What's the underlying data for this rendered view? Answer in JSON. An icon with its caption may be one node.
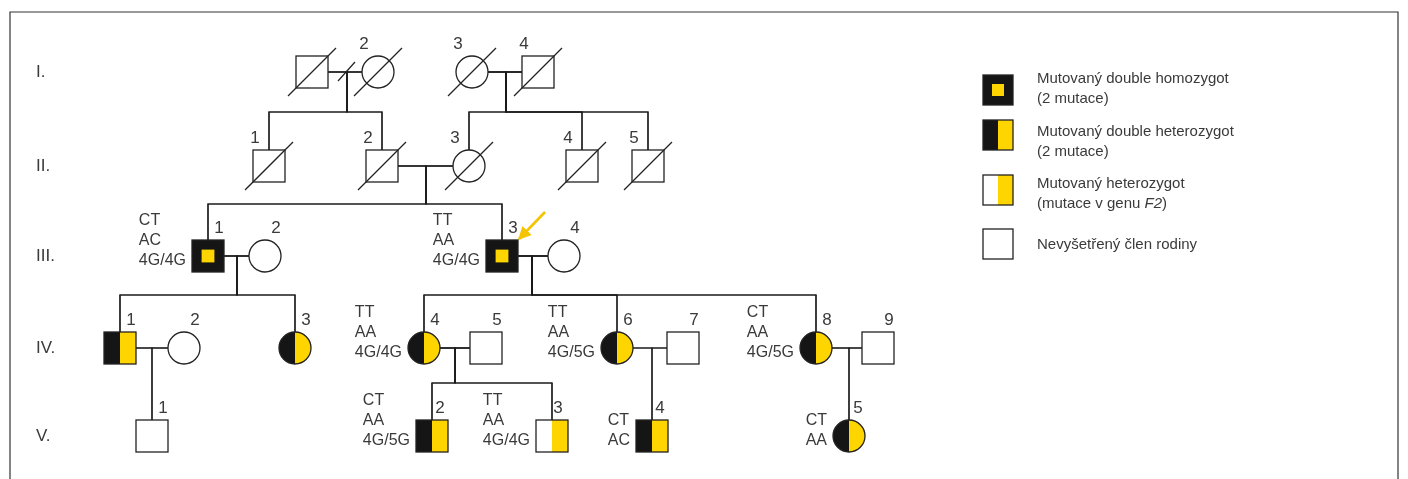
{
  "diagram": {
    "nodes": [
      {
        "text": [],
        "shape": "box"
      },
      {
        "text": [
          "2"
        ]
      },
      {
        "text": [
          "3"
        ]
      },
      {
        "text": [
          "4"
        ]
      },
      {
        "text": [
          "1"
        ]
      },
      {
        "text": [
          "2"
        ]
      },
      {
        "text": [
          "3"
        ]
      },
      {
        "text": [
          "4"
        ]
      },
      {
        "text": [
          "5"
        ]
      },
      {
        "text": [
          "1"
        ],
        "beside": [
          "CT",
          "AC",
          "4G/4G"
        ]
      },
      {
        "text": [
          "2"
        ]
      },
      {
        "text": [
          "3"
        ],
        "beside": [
          "TT",
          "AA",
          "4G/4G"
        ]
      },
      {
        "text": [
          "4"
        ]
      },
      {
        "text": [
          "1"
        ]
      },
      {
        "text": [
          "2"
        ]
      },
      {
        "text": [
          "3"
        ]
      },
      {
        "text": [
          "4"
        ],
        "beside": [
          "TT",
          "AA",
          "4G/4G"
        ]
      },
      {
        "text": [
          "5"
        ]
      },
      {
        "text": [
          "6"
        ],
        "beside": [
          "TT",
          "AA",
          "4G/5G"
        ]
      },
      {
        "text": [
          "7"
        ]
      },
      {
        "text": [
          "8"
        ],
        "beside": [
          "CT",
          "AA",
          "4G/5G"
        ]
      },
      {
        "text": [
          "9"
        ]
      },
      {
        "text": [
          "1"
        ]
      },
      {
        "text": [
          "2"
        ],
        "beside": [
          "CT",
          "AA",
          "4G/5G"
        ]
      },
      {
        "text": [
          "3"
        ],
        "beside": [
          "TT",
          "AA",
          "4G/4G"
        ]
      },
      {
        "text": [
          "4"
        ],
        "beside": [
          "CT",
          "AC"
        ]
      },
      {
        "text": [
          "5"
        ],
        "beside": [
          "CT",
          "AA"
        ]
      }
    ],
    "edges": [
      {
        "from": 0,
        "to": 1,
        "arrow": "none"
      },
      {
        "from": 2,
        "to": 3,
        "arrow": "none"
      },
      {
        "from": 0,
        "to": 4,
        "arrow": "none"
      },
      {
        "from": 1,
        "to": 4,
        "arrow": "none"
      },
      {
        "from": 0,
        "to": 5,
        "arrow": "none"
      },
      {
        "from": 1,
        "to": 5,
        "arrow": "none"
      },
      {
        "from": 2,
        "to": 6,
        "arrow": "none"
      },
      {
        "from": 3,
        "to": 6,
        "arrow": "none"
      },
      {
        "from": 2,
        "to": 7,
        "arrow": "none"
      },
      {
        "from": 3,
        "to": 7,
        "arrow": "none"
      },
      {
        "from": 2,
        "to": 8,
        "arrow": "none"
      },
      {
        "from": 3,
        "to": 8,
        "arrow": "none"
      },
      {
        "from": 5,
        "to": 6,
        "arrow": "none"
      },
      {
        "from": 5,
        "to": 9,
        "arrow": "none"
      },
      {
        "from": 6,
        "to": 9,
        "arrow": "none"
      },
      {
        "from": 5,
        "to": 11,
        "arrow": "none"
      },
      {
        "from": 6,
        "to": 11,
        "arrow": "none"
      },
      {
        "from": 9,
        "to": 10,
        "arrow": "none"
      },
      {
        "from": 11,
        "to": 12,
        "arrow": "none"
      },
      {
        "from": null,
        "to": 11,
        "arrow": "to",
        "color": "#f5c400"
      },
      {
        "from": 9,
        "to": 13,
        "arrow": "none"
      },
      {
        "from": 10,
        "to": 13,
        "arrow": "none"
      },
      {
        "from": 9,
        "to": 15,
        "arrow": "none"
      },
      {
        "from": 10,
        "to": 15,
        "arrow": "none"
      },
      {
        "from": 11,
        "to": 16,
        "arrow": "none"
      },
      {
        "from": 12,
        "to": 16,
        "arrow": "none"
      },
      {
        "from": 11,
        "to": 18,
        "arrow": "none"
      },
      {
        "from": 12,
        "to": 18,
        "arrow": "none"
      },
      {
        "from": 11,
        "to": 20,
        "arrow": "none"
      },
      {
        "from": 12,
        "to": 20,
        "arrow": "none"
      },
      {
        "from": 13,
        "to": 14,
        "arrow": "none"
      },
      {
        "from": 16,
        "to": 17,
        "arrow": "none"
      },
      {
        "from": 18,
        "to": 19,
        "arrow": "none"
      },
      {
        "from": 20,
        "to": 21,
        "arrow": "none"
      },
      {
        "from": 13,
        "to": 22,
        "arrow": "none"
      },
      {
        "from": 14,
        "to": 22,
        "arrow": "none"
      },
      {
        "from": 16,
        "to": 23,
        "arrow": "none"
      },
      {
        "from": 17,
        "to": 23,
        "arrow": "none"
      },
      {
        "from": 16,
        "to": 24,
        "arrow": "none"
      },
      {
        "from": 17,
        "to": 24,
        "arrow": "none"
      },
      {
        "from": 18,
        "to": 25,
        "arrow": "none"
      },
      {
        "from": 19,
        "to": 25,
        "arrow": "none"
      },
      {
        "from": 20,
        "to": 26,
        "arrow": "none"
      },
      {
        "from": 21,
        "to": 26,
        "arrow": "none"
      }
    ],
    "labels": [
      "I.",
      "II.",
      "III.",
      "IV.",
      "V."
    ],
    "legend": [
      {
        "text": "Mutovaný double homozygot (2 mutace)"
      },
      {
        "text": "Mutovaný double heterozygot (2 mutace)"
      },
      {
        "text": "Mutovaný heterozygot (mutace v genu *F2*)"
      },
      {
        "text": "Nevyšetřený člen rodiny"
      }
    ]
  }
}
